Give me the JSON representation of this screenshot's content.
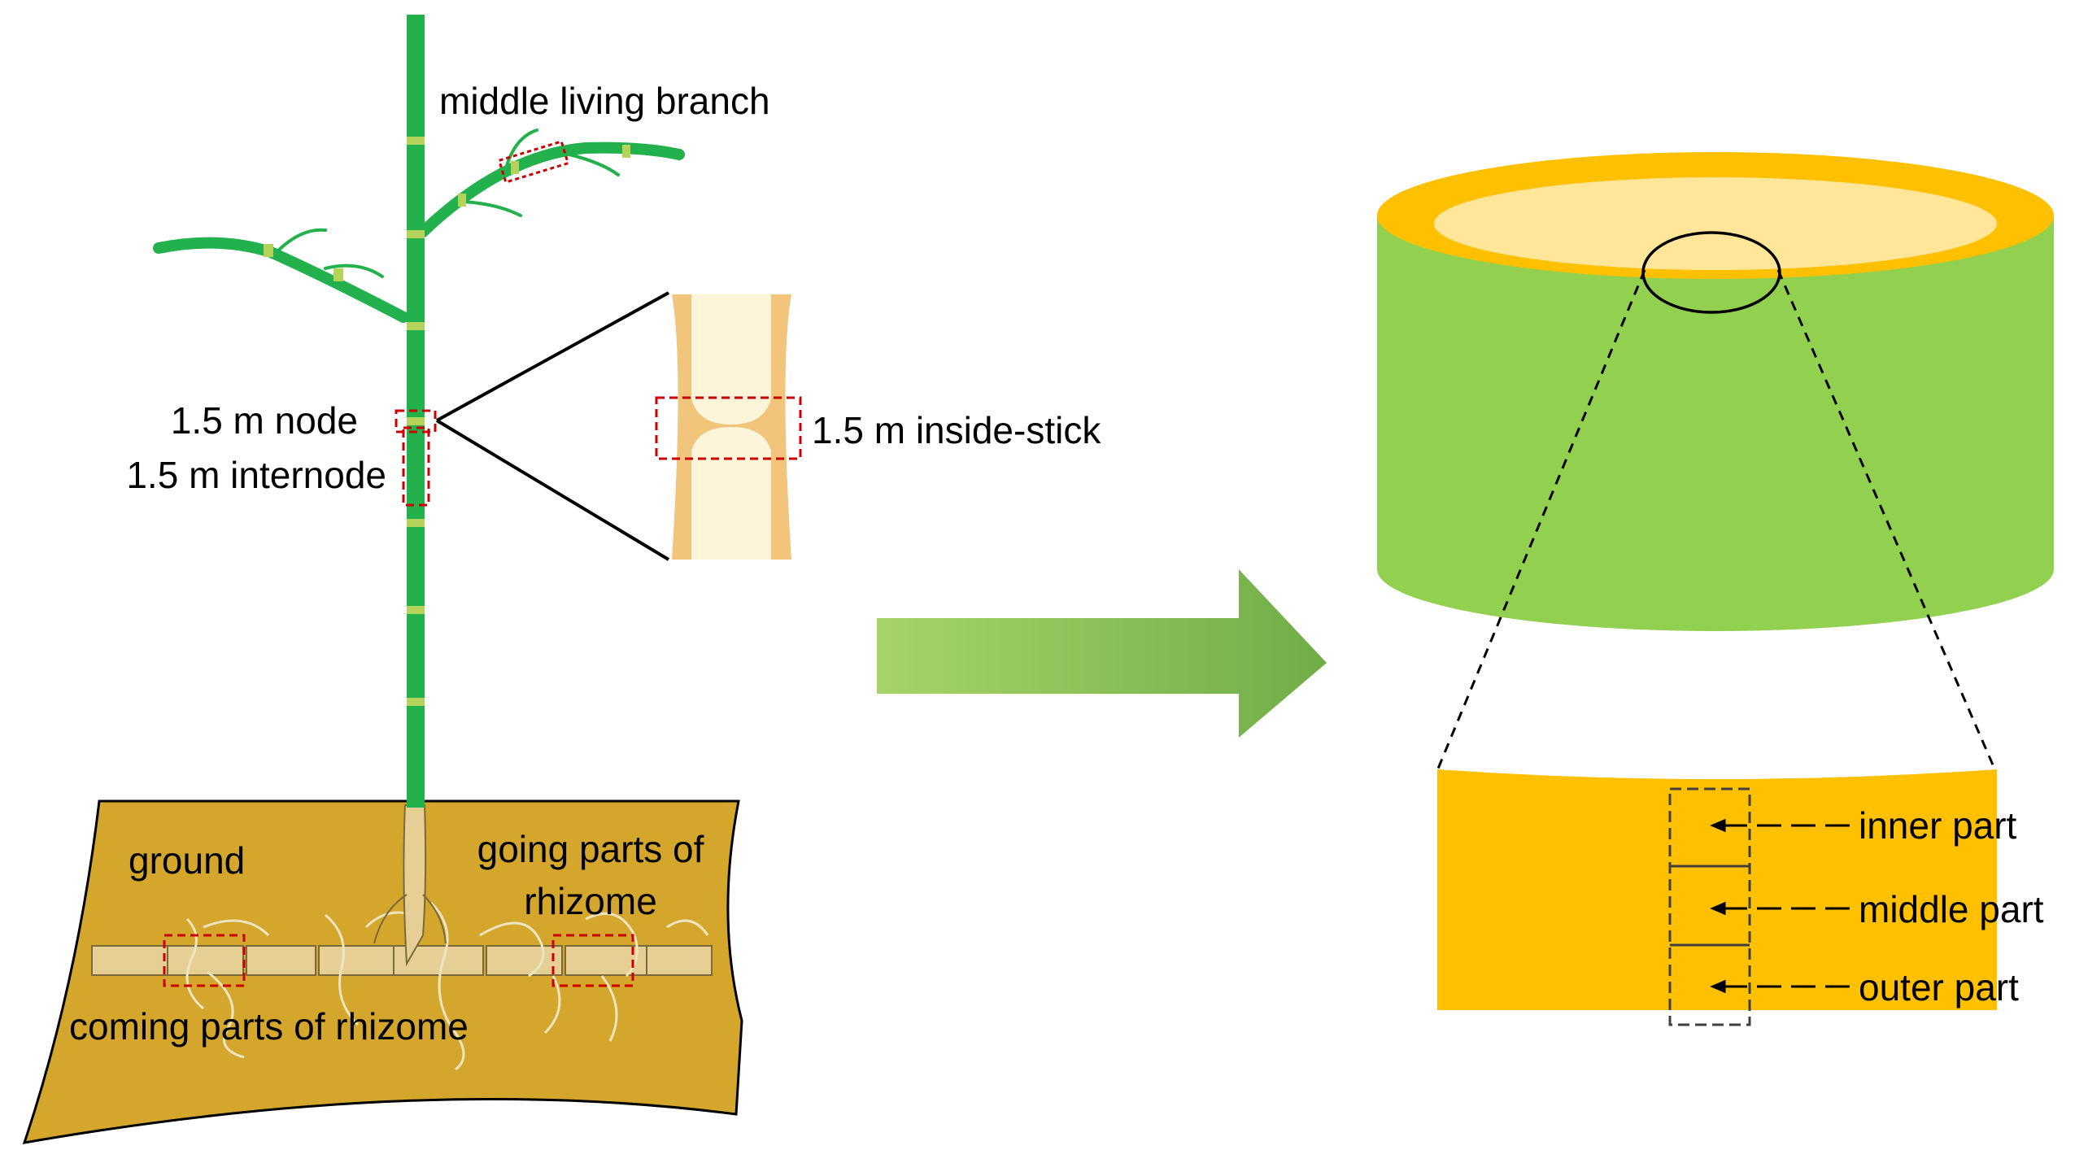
{
  "labels": {
    "middle_living_branch": "middle living branch",
    "node": "1.5 m node",
    "internode": "1.5 m internode",
    "inside_stick": "1.5 m inside-stick",
    "ground": "ground",
    "going_parts_line1": "going parts of",
    "going_parts_line2": "rhizome",
    "coming_parts": "coming parts of rhizome",
    "inner_part": "inner part",
    "middle_part": "middle part",
    "outer_part": "outer part"
  },
  "colors": {
    "culm_green": "#22b14c",
    "node_band": "#b5d35a",
    "ground_brown": "#d4a72c",
    "rhizome_tan": "#e6cf94",
    "stick_wall": "#f2c57c",
    "stick_cavity": "#fdf5d9",
    "ring_orange": "#ffc000",
    "ring_cavity": "#ffe699",
    "cylinder_green": "#92d050",
    "arrow_green": "#7cbf45",
    "highlight_red": "#cc0000"
  }
}
